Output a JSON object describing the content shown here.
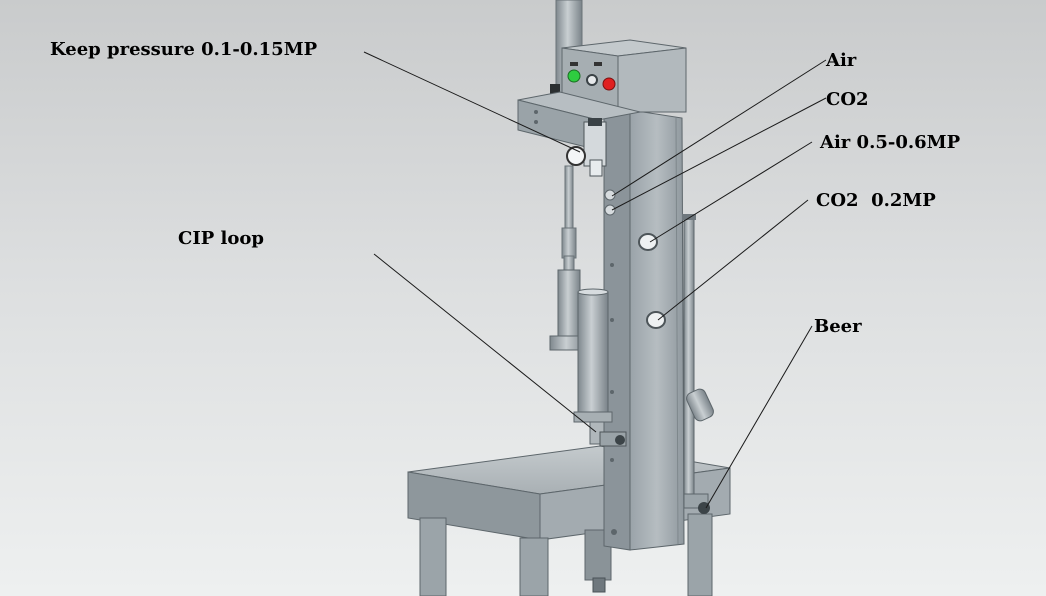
{
  "labels": {
    "keep_pressure": "Keep pressure 0.1-0.15MP",
    "cip_loop": "CIP loop",
    "air": "Air",
    "co2": "CO2",
    "air_pressure": "Air 0.5-0.6MP",
    "co2_pressure": "CO2  0.2MP",
    "beer": "Beer"
  },
  "colors": {
    "background_top": "#c9cbcc",
    "background_bottom": "#eef0f0",
    "metal_light": "#bcc3c7",
    "metal_mid": "#9aa3a9",
    "metal_dark": "#6f787e",
    "button_start": "#2ecc40",
    "button_stop": "#e02020"
  }
}
